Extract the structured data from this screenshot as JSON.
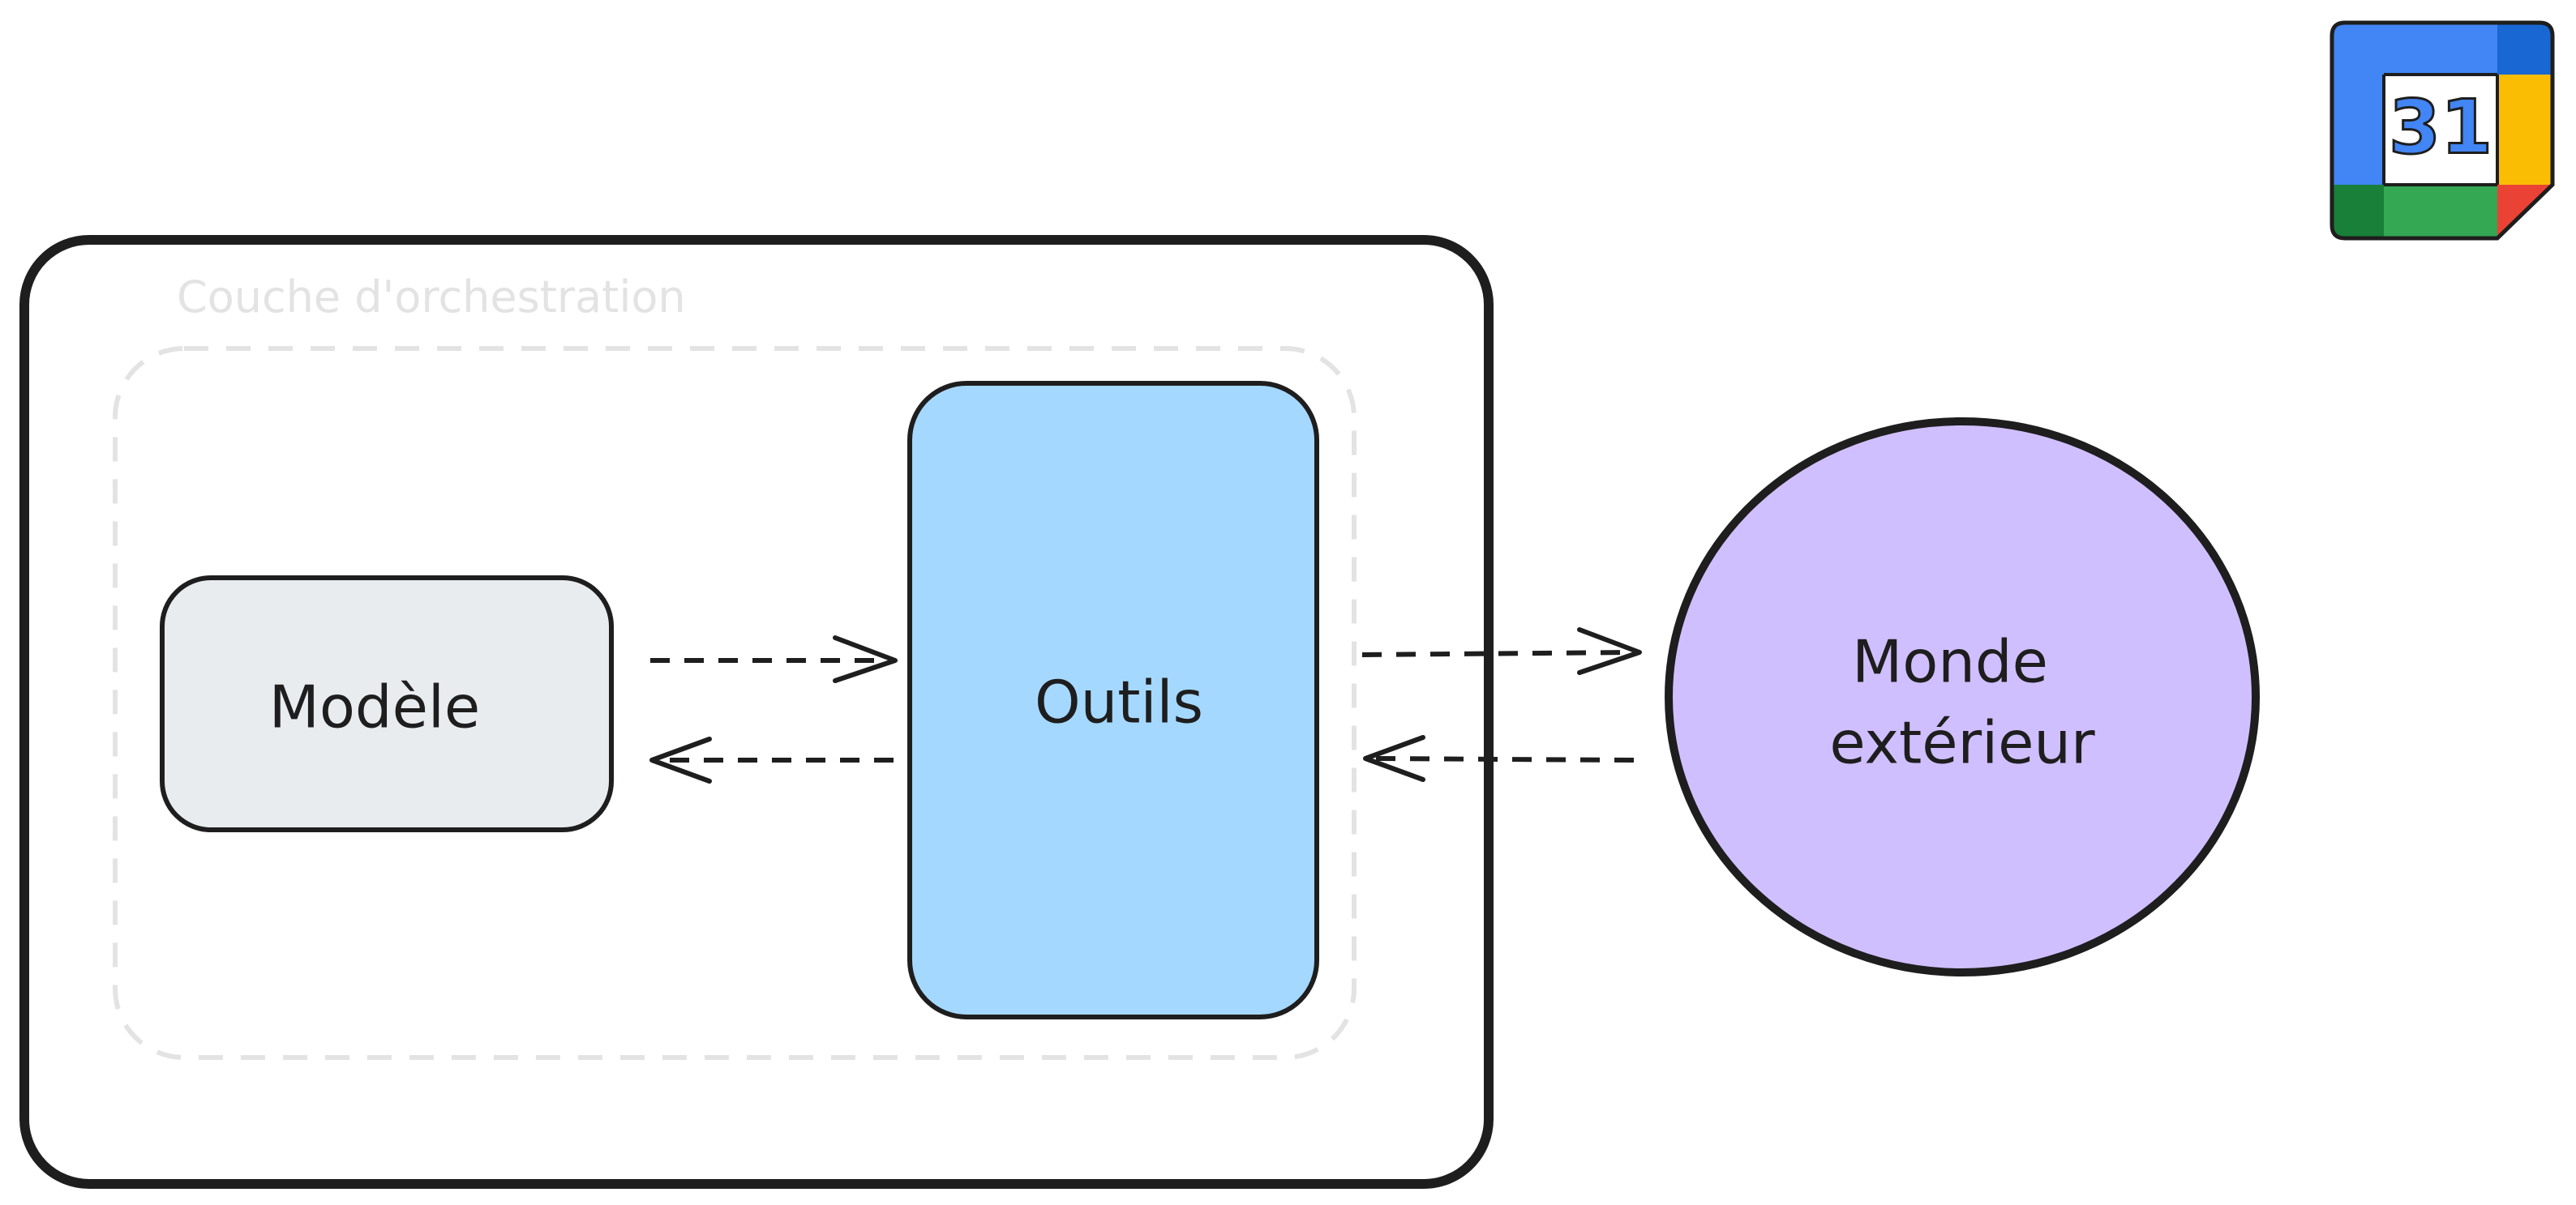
{
  "diagram": {
    "layer_label": "Couche d'orchestration",
    "nodes": {
      "model": {
        "label": "Modèle",
        "fill": "#e9ecef"
      },
      "tools": {
        "label": "Outils",
        "fill": "#a5d8ff"
      },
      "world": {
        "label_line1": "Monde",
        "label_line2": "extérieur",
        "fill": "#d0bfff"
      }
    },
    "colors": {
      "stroke": "#1e1e1e",
      "dashed_border": "#e3e3e3"
    }
  },
  "calendar_logo": {
    "day": "31",
    "icon": "google-calendar-icon",
    "colors": {
      "blue": "#4285f4",
      "dark_blue": "#1967d2",
      "yellow": "#fbbc04",
      "green": "#34a853",
      "dark_green": "#188038",
      "red": "#ea4335"
    }
  }
}
